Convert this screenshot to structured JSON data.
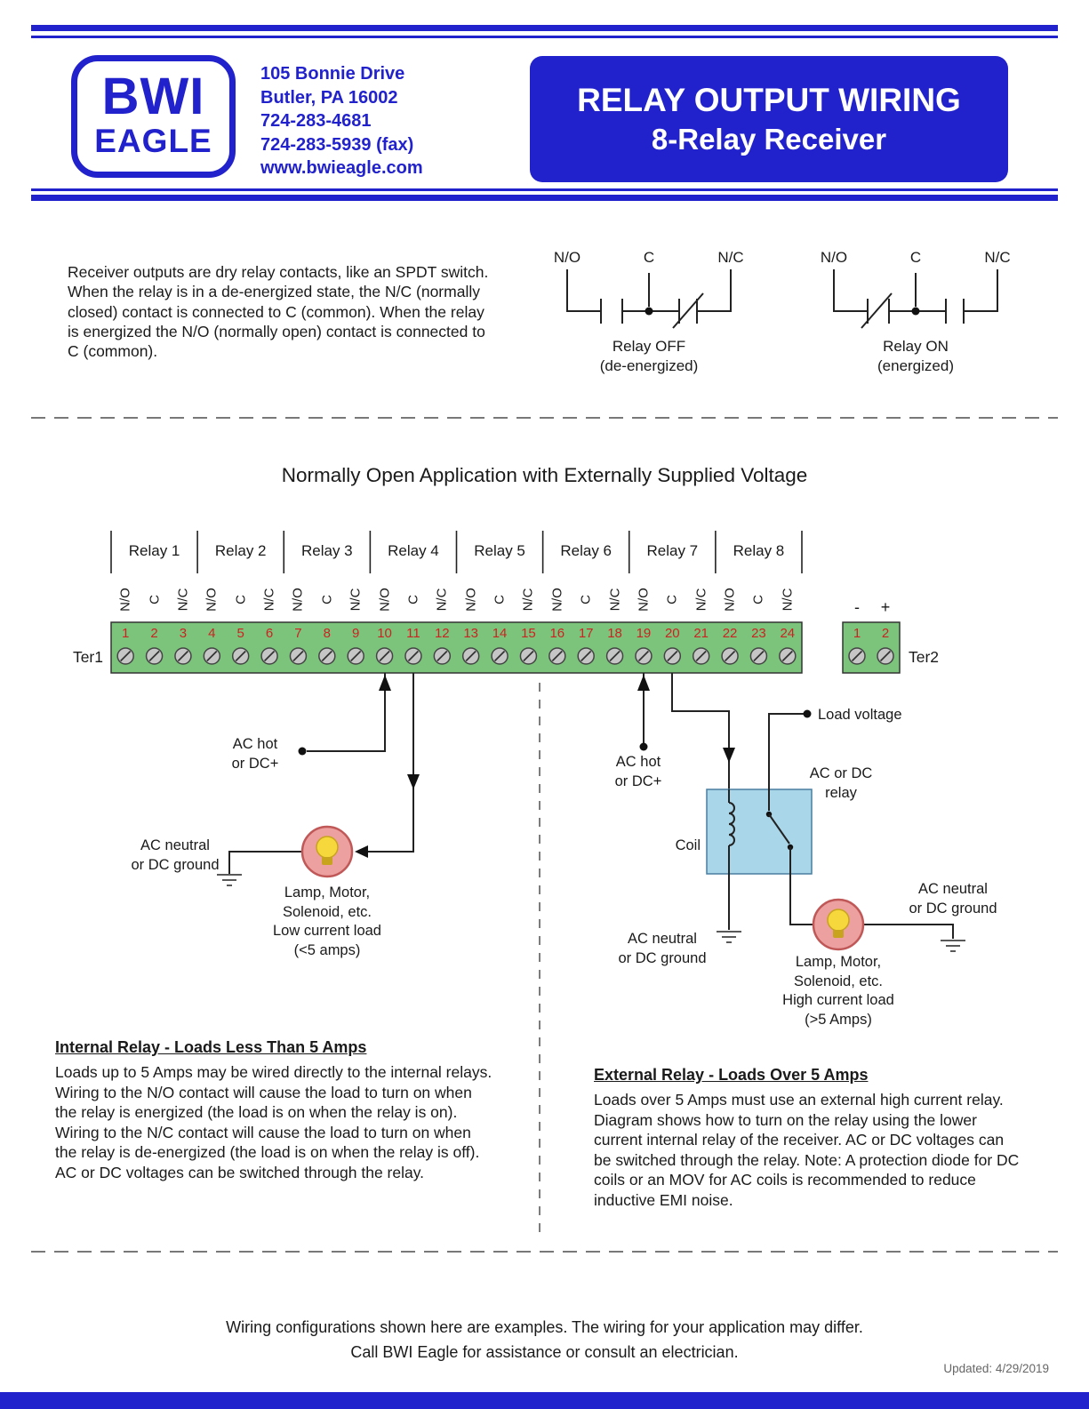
{
  "header": {
    "logo_line1": "BWI",
    "logo_line2": "EAGLE",
    "address_lines": [
      "105 Bonnie Drive",
      "Butler, PA  16002",
      "724-283-4681",
      "724-283-5939 (fax)",
      "www.bwieagle.com"
    ],
    "title_line1": "RELAY OUTPUT WIRING",
    "title_line2": "8-Relay Receiver"
  },
  "intro": {
    "paragraph": "Receiver outputs are dry relay contacts, like an SPDT switch. When the relay is in a de-energized state, the N/C (normally closed) contact is connected to C (common). When the relay is energized the N/O (normally open) contact is connected to C (common).",
    "relay_off": {
      "labels": [
        "N/O",
        "C",
        "N/C"
      ],
      "caption_line1": "Relay OFF",
      "caption_line2": "(de-energized)"
    },
    "relay_on": {
      "labels": [
        "N/O",
        "C",
        "N/C"
      ],
      "caption_line1": "Relay ON",
      "caption_line2": "(energized)"
    }
  },
  "section_title": "Normally Open Application with Externally Supplied Voltage",
  "terminal_block": {
    "ter1_label": "Ter1",
    "ter2_label": "Ter2",
    "relay_groups": [
      "Relay 1",
      "Relay 2",
      "Relay 3",
      "Relay 4",
      "Relay 5",
      "Relay 6",
      "Relay 7",
      "Relay 8"
    ],
    "contact_labels": [
      "N/O",
      "C",
      "N/C"
    ],
    "ter1_numbers": [
      1,
      2,
      3,
      4,
      5,
      6,
      7,
      8,
      9,
      10,
      11,
      12,
      13,
      14,
      15,
      16,
      17,
      18,
      19,
      20,
      21,
      22,
      23,
      24
    ],
    "ter2_numbers": [
      "1",
      "2"
    ],
    "ter2_polarity": [
      "-",
      "+"
    ]
  },
  "internal_diagram": {
    "hot_label_line1": "AC hot",
    "hot_label_line2": "or DC+",
    "neutral_label_line1": "AC neutral",
    "neutral_label_line2": "or DC ground",
    "load_caption": [
      "Lamp, Motor,",
      "Solenoid, etc.",
      "Low current load",
      "(<5 amps)"
    ]
  },
  "external_diagram": {
    "hot_label_line1": "AC hot",
    "hot_label_line2": "or DC+",
    "load_voltage_label": "Load voltage",
    "relay_label_line1": "AC or DC",
    "relay_label_line2": "relay",
    "coil_label": "Coil",
    "neutral_left_line1": "AC neutral",
    "neutral_left_line2": "or DC ground",
    "neutral_right_line1": "AC neutral",
    "neutral_right_line2": "or DC ground",
    "load_caption": [
      "Lamp, Motor,",
      "Solenoid, etc.",
      "High current load",
      "(>5 Amps)"
    ]
  },
  "sections": {
    "internal": {
      "heading": "Internal Relay - Loads Less Than 5 Amps",
      "body": "Loads up to 5 Amps may be wired directly to the internal relays. Wiring to the N/O contact will cause the load to turn on when the relay is energized (the load is on when the relay is on). Wiring to the N/C contact will cause the load to turn on when the relay is de-energized (the load is on when the relay is off). AC or DC voltages can be switched through the relay."
    },
    "external": {
      "heading": "External Relay - Loads Over 5 Amps",
      "body": "Loads over 5 Amps must use an external high current relay. Diagram shows how to turn on the relay using the lower current internal relay of the receiver. AC or DC voltages can be switched through the relay. Note: A protection diode for DC coils or an MOV for AC coils is recommended to reduce inductive EMI noise."
    }
  },
  "footer": {
    "line1": "Wiring configurations shown here are examples. The wiring for your application may differ.",
    "line2": "Call BWI Eagle for assistance or consult an electrician.",
    "updated": "Updated: 4/29/2019"
  },
  "colors": {
    "brand_blue": "#2222CC",
    "terminal_green": "#7CC47C",
    "number_red": "#CC2222",
    "relay_box_blue": "#A9D6E8",
    "lamp_pink": "#EDA0A0",
    "lamp_yellow": "#F6D73C"
  }
}
